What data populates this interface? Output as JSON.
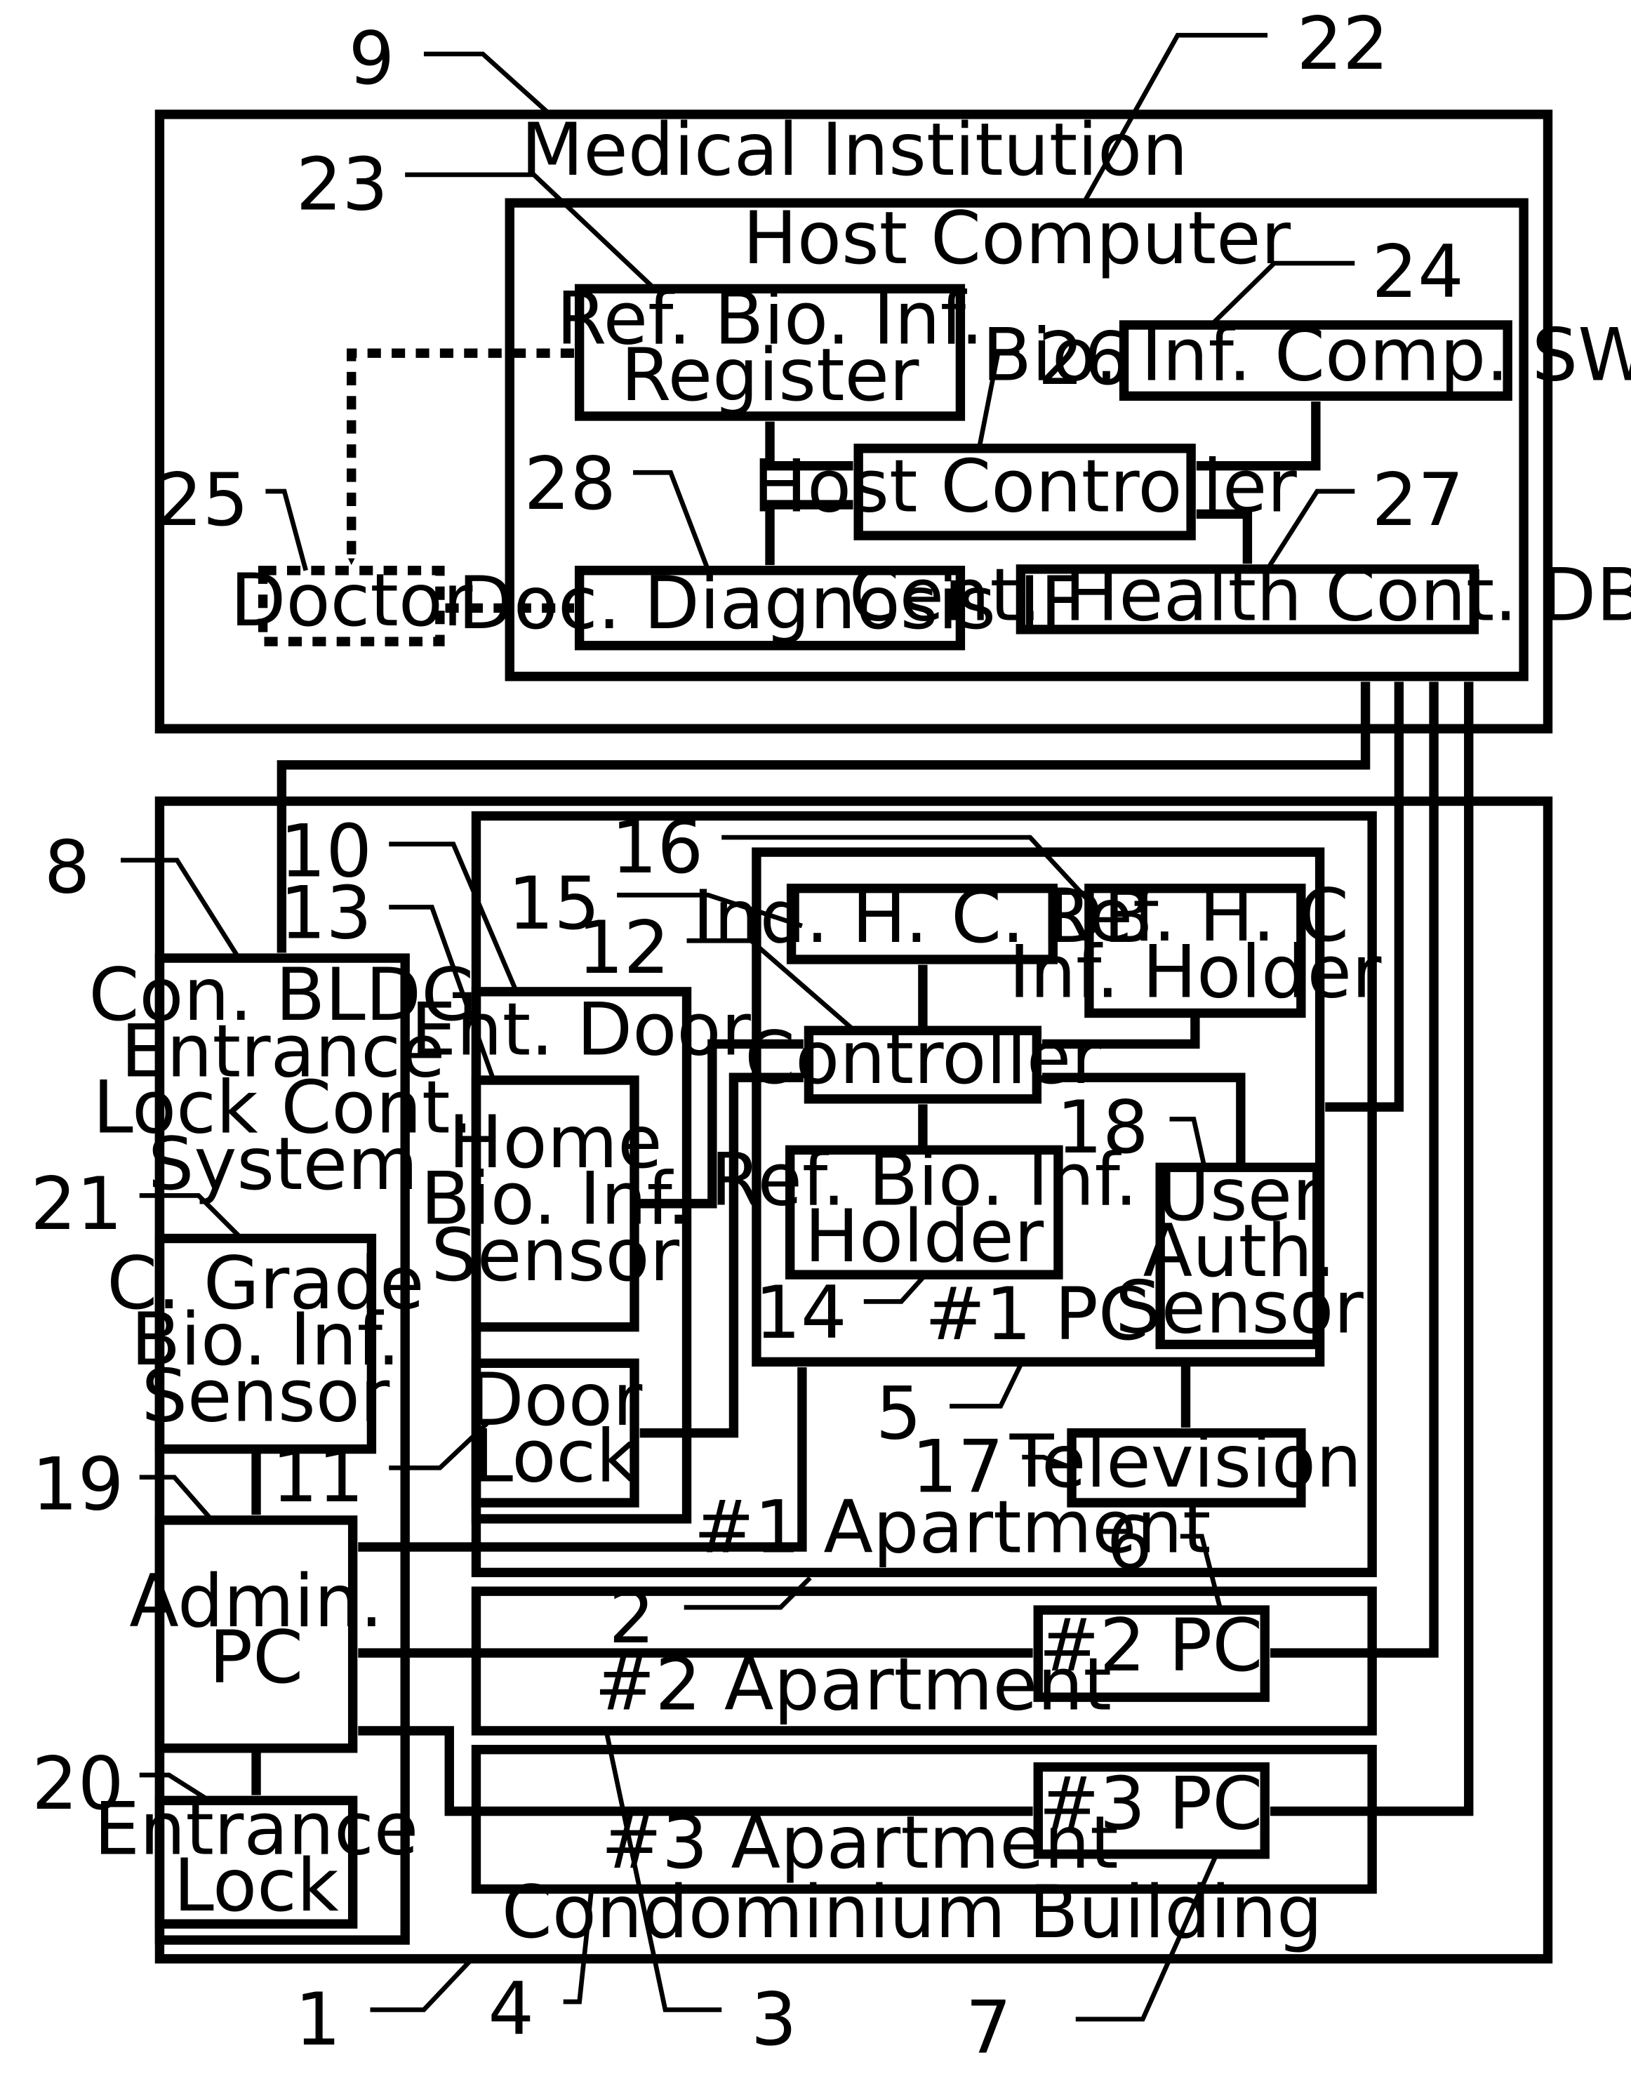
{
  "blocks": {
    "medical_institution": "Medical Institution",
    "host_computer": "Host Computer",
    "ref_bio_register": [
      "Ref. Bio. Inf.",
      "Register"
    ],
    "bio_comp_sw": "Bio. Inf. Comp. SW",
    "host_controller": "Host Controller",
    "doctor": "Doctor",
    "doc_diagnosis_if": "Doc. Diagnosis IF",
    "cent_health_db": "Cent. Health Cont. DB",
    "con_bldg_lock": [
      "Con. BLDG",
      "Entrance",
      "Lock Cont.",
      "System"
    ],
    "c_grade_sensor": [
      "C. Grade",
      "Bio. Inf.",
      "Sensor"
    ],
    "admin_pc": [
      "Admin.",
      "PC"
    ],
    "entrance_lock": [
      "Entrance",
      "Lock"
    ],
    "ent_door": "Ent. Door",
    "home_sensor": [
      "Home",
      "Bio. Inf.",
      "Sensor"
    ],
    "door_lock": [
      "Door",
      "Lock"
    ],
    "ind_hc_db": "Ind. H. C. DB",
    "ref_hc_holder": [
      "Ref. H. C",
      "Inf. Holder"
    ],
    "controller": "Controller",
    "ref_bio_holder": [
      "Ref. Bio. Inf.",
      "Holder"
    ],
    "user_auth_sensor": [
      "User",
      "Auth.",
      "Sensor"
    ],
    "pc1": "#1 PC",
    "television": "Television",
    "apt1": "#1 Apartment",
    "pc2": "#2 PC",
    "apt2": "#2 Apartment",
    "pc3": "#3 PC",
    "apt3": "#3 Apartment",
    "condo": "Condominium Building"
  },
  "refs": {
    "r1": "1",
    "r2": "2",
    "r3": "3",
    "r4": "4",
    "r5": "5",
    "r6": "6",
    "r7": "7",
    "r8": "8",
    "r9": "9",
    "r10": "10",
    "r11": "11",
    "r12": "12",
    "r13": "13",
    "r14": "14",
    "r15": "15",
    "r16": "16",
    "r17": "17",
    "r18": "18",
    "r19": "19",
    "r20": "20",
    "r21": "21",
    "r22": "22",
    "r23": "23",
    "r24": "24",
    "r25": "25",
    "r26": "26",
    "r27": "27",
    "r28": "28"
  }
}
